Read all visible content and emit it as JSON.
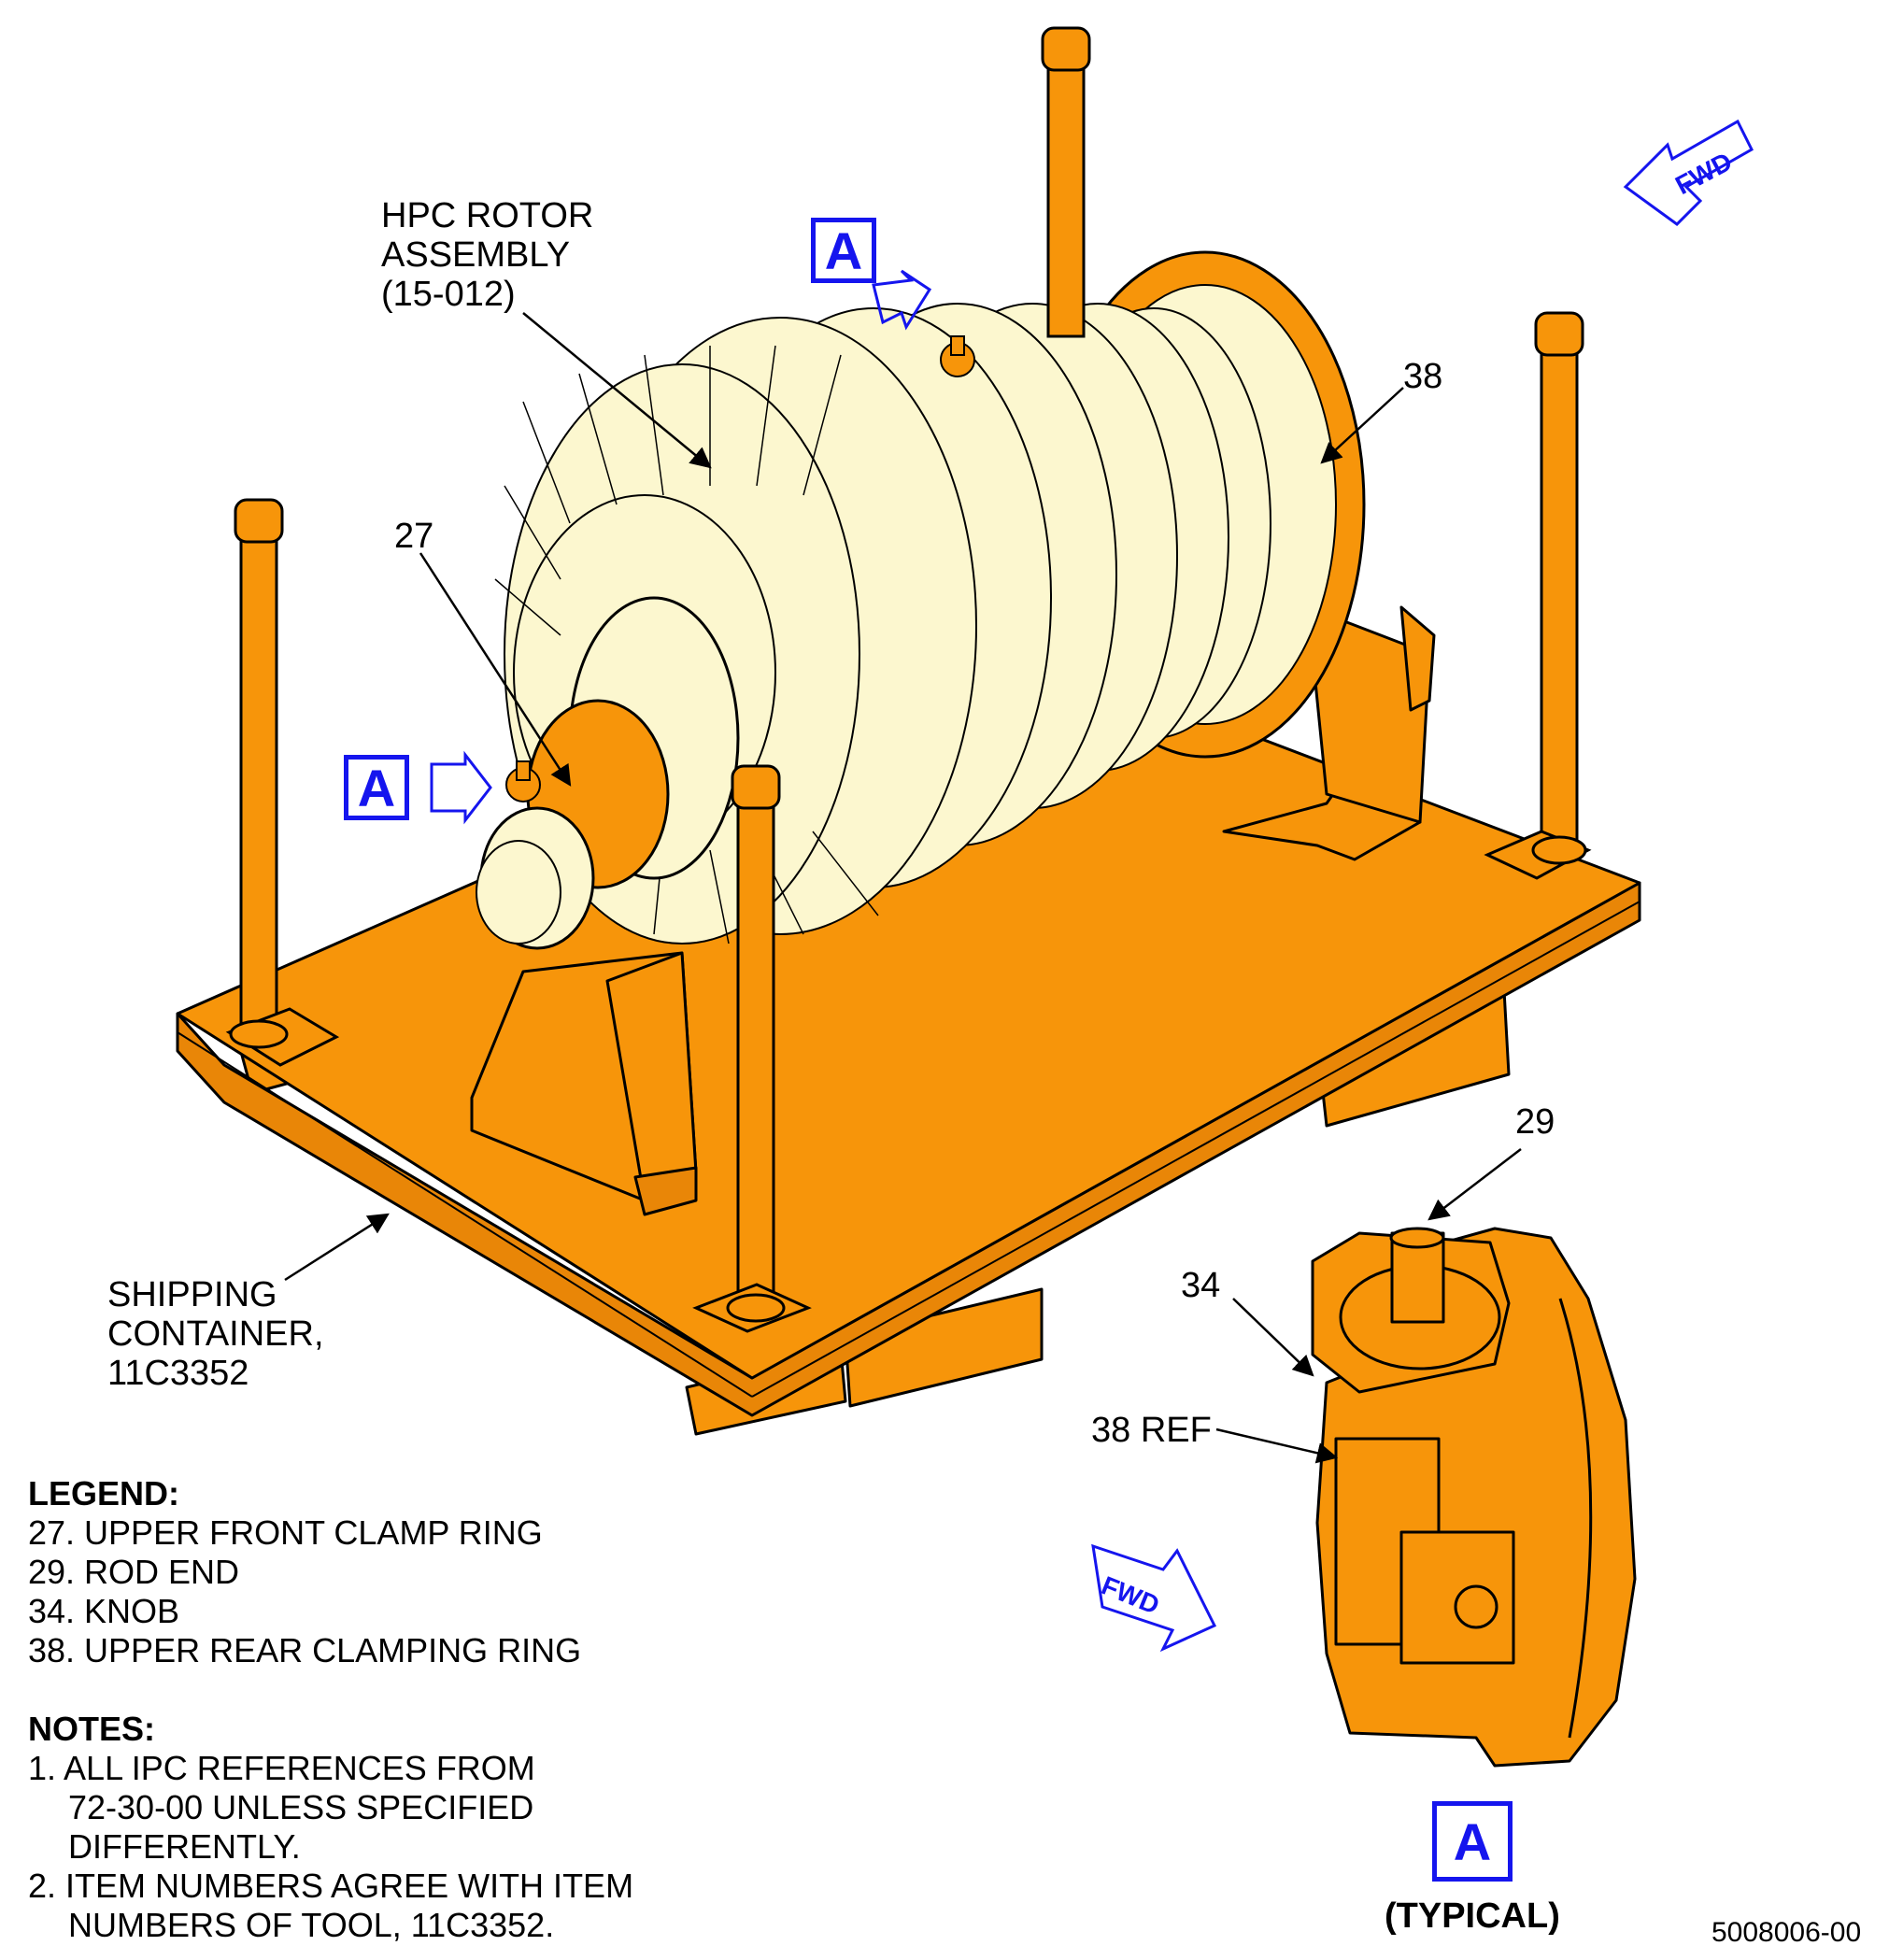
{
  "callouts": {
    "hpc_rotor": [
      "HPC ROTOR",
      "ASSEMBLY",
      "(15-012)"
    ],
    "item_27": "27",
    "item_38": "38",
    "item_29": "29",
    "item_34": "34",
    "item_38_ref": "38 REF",
    "shipping_container": [
      "SHIPPING",
      "CONTAINER,",
      "11C3352"
    ]
  },
  "view_flags": {
    "letter": "A",
    "typical": "(TYPICAL)"
  },
  "direction_arrows": {
    "fwd": "FWD"
  },
  "legend": {
    "title": "LEGEND:",
    "items": [
      "27. UPPER FRONT CLAMP RING",
      "29. ROD END",
      "34. KNOB",
      "38. UPPER REAR CLAMPING RING"
    ]
  },
  "notes": {
    "title": "NOTES:",
    "items": [
      [
        "1. ALL IPC REFERENCES FROM",
        "72-30-00 UNLESS SPECIFIED",
        "DIFFERENTLY."
      ],
      [
        "2. ITEM NUMBERS AGREE WITH ITEM",
        "NUMBERS OF TOOL, 11C3352."
      ]
    ]
  },
  "figure_id": "5008006-00",
  "colors": {
    "container": "#f7950a",
    "rotor": "#fcf7cf",
    "outline": "#000000",
    "view_flag": "#1515ee"
  }
}
